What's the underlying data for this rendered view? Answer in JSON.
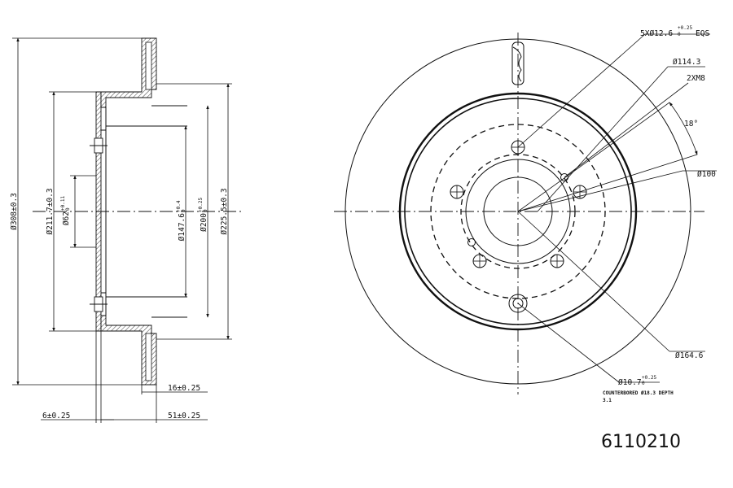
{
  "part_number": "6110210",
  "side_view": {
    "dims": {
      "d_outer": "Ø308±0.3",
      "d_211": "Ø211.7±0.3",
      "d_62": "Ø62",
      "d_62_tol_upper": "+0.11",
      "d_62_tol_lower": "0",
      "d_147": "Ø147.6",
      "d_147_tol_upper": "+0.4",
      "d_147_tol_lower": "0",
      "d_200": "Ø200",
      "d_200_tol_upper": "+0.25",
      "d_200_tol_lower": "0",
      "d_225": "Ø225.5±0.3",
      "thick_16": "16±0.25",
      "flange_6": "6±0.25",
      "height_51": "51±0.25"
    }
  },
  "front_view": {
    "labels": {
      "holes_5x": "5XØ12.6",
      "holes_5x_tol_upper": "+0.25",
      "holes_5x_tol_lower": "0",
      "eqs": "EQS",
      "pcd": "Ø114.3",
      "thread": "2XM8",
      "angle": "18°",
      "d_100": "Ø100",
      "d_164": "Ø164.6",
      "hole_10": "Ø10.7",
      "hole_10_tol_upper": "+0.25",
      "hole_10_tol_lower": "0",
      "note_line1": "COUNTERBORED Ø18.3  DEPTH",
      "note_line2": "3.1"
    }
  }
}
